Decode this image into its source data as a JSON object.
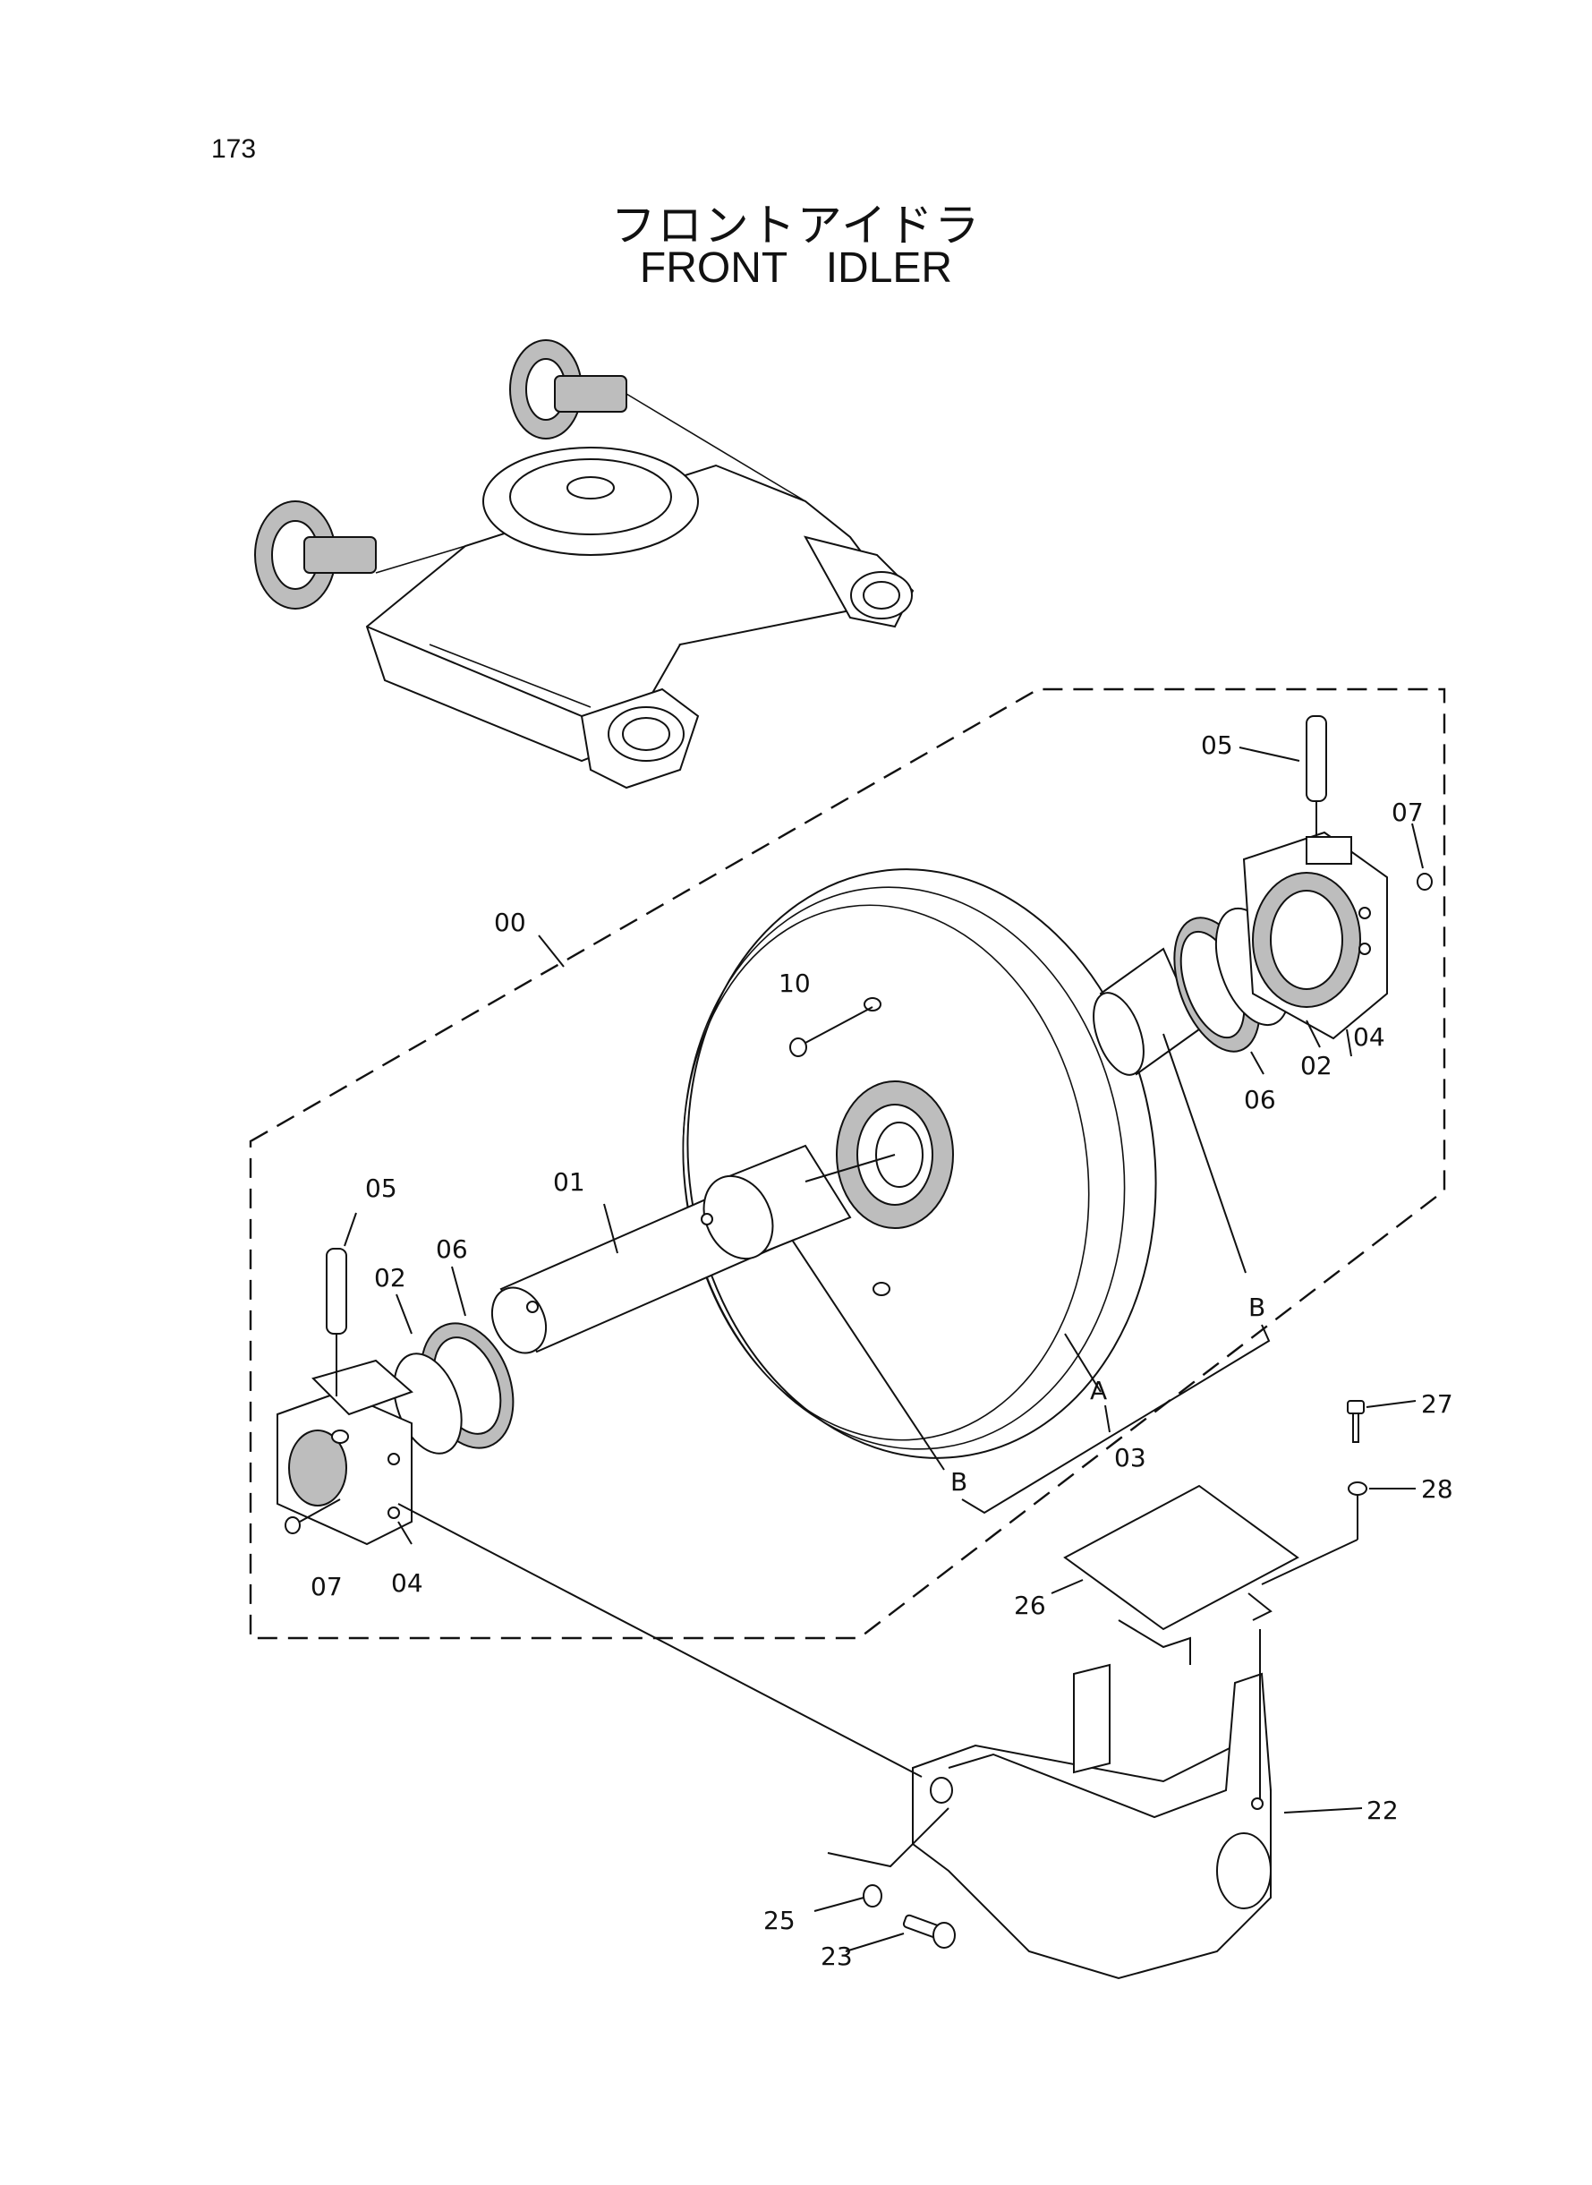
{
  "page_number": "173",
  "title": {
    "jp": "フロントアイドラ",
    "en": "FRONT   IDLER"
  },
  "callouts": {
    "assembly": "00",
    "shaft": "01",
    "o_ring_left": "02",
    "o_ring_right": "02",
    "idler_wheel": "03",
    "bracket_left": "04",
    "bracket_right": "04",
    "pin_left": "05",
    "pin_right": "05",
    "seal_left": "06",
    "seal_right": "06",
    "plug_left": "07",
    "plug_right": "07",
    "plug_wheel": "10",
    "yoke": "22",
    "bolt_23": "23",
    "washer_25": "25",
    "plate": "26",
    "bolt_27": "27",
    "washer_28": "28",
    "section_a": "A",
    "section_b_left": "B",
    "section_b_right": "B"
  }
}
